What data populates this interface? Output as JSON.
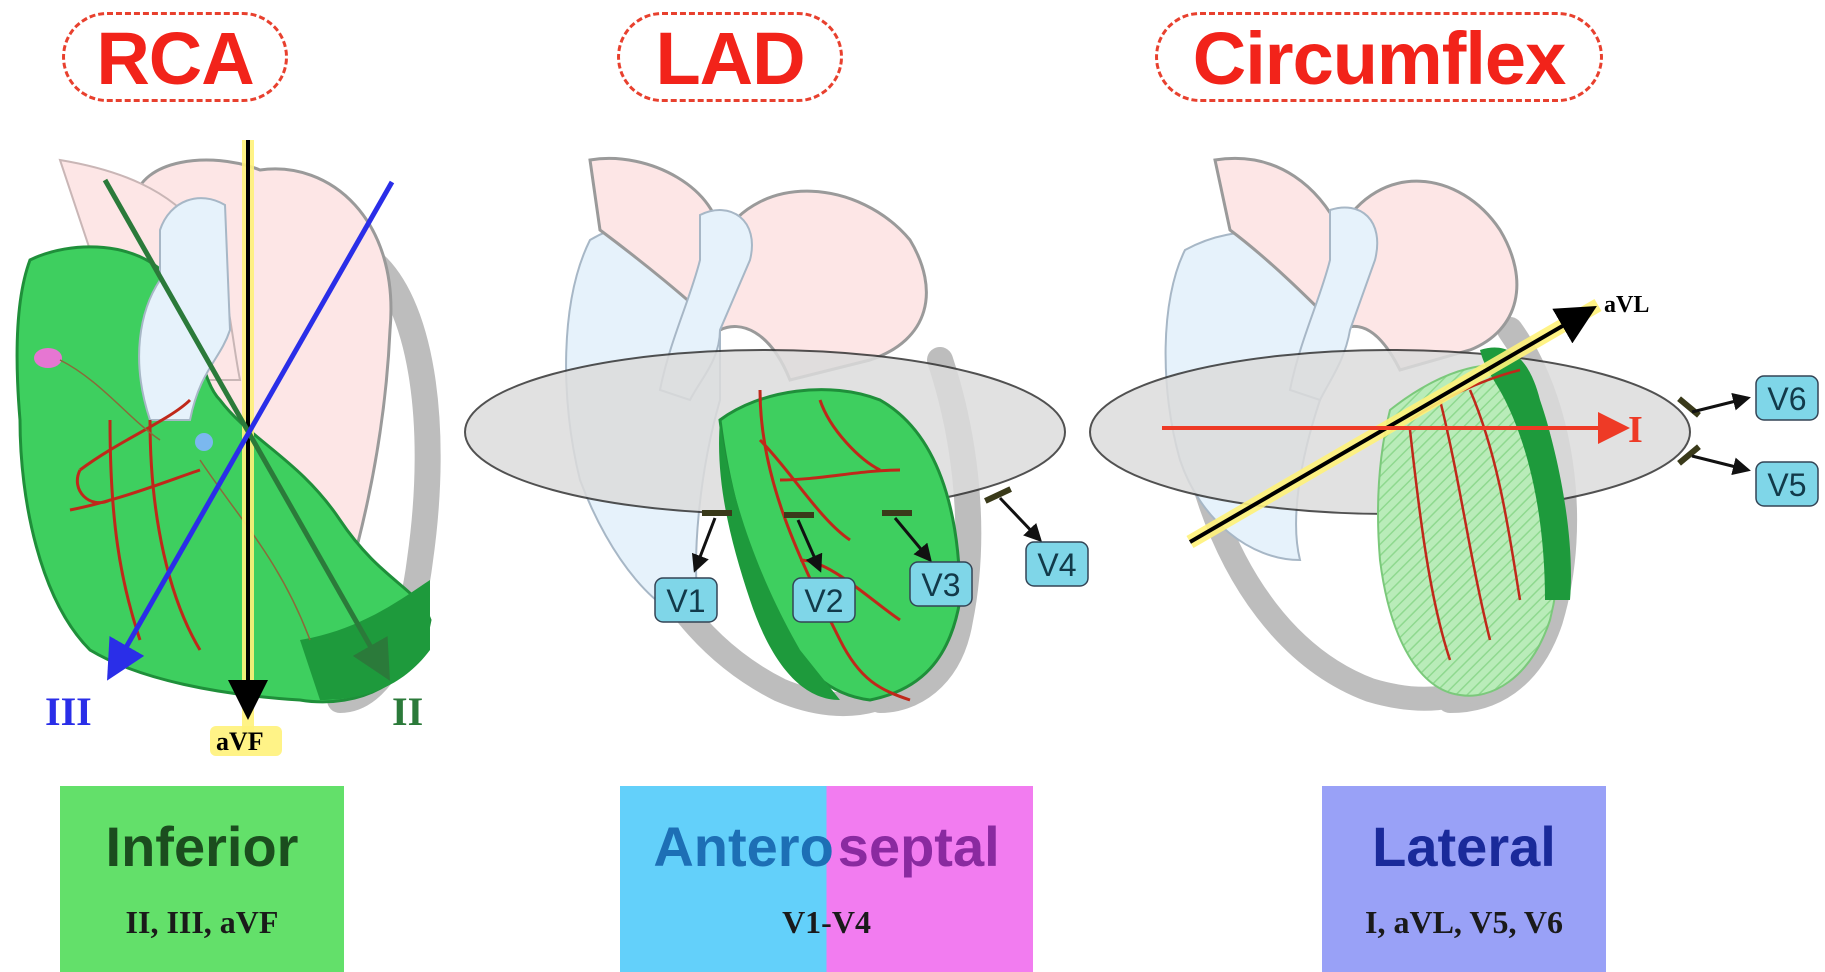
{
  "panels": [
    {
      "title": "RCA",
      "leads_axes": [
        "III",
        "aVF",
        "II"
      ],
      "region_label": "Inferior",
      "region_leads": "II, III, aVF",
      "box_color": "#63e06a"
    },
    {
      "title": "LAD",
      "electrodes": [
        "V1",
        "V2",
        "V3",
        "V4"
      ],
      "region_label_a": "Antero",
      "region_label_b": "septal",
      "region_leads": "V1-V4",
      "box_color_a": "#63d0fa",
      "box_color_b": "#f27cf0"
    },
    {
      "title": "Circumflex",
      "leads_axes": [
        "aVL",
        "I"
      ],
      "electrodes": [
        "V6",
        "V5"
      ],
      "region_label": "Lateral",
      "region_leads": "I, aVL, V5, V6",
      "box_color": "#99a1f7"
    }
  ],
  "colors": {
    "title_red": "#f2231a",
    "myocardium_green": "#3ecf5f",
    "artery_red": "#c0281a",
    "lead_blue": "#2a2ee8",
    "lead_green": "#2b7a3a"
  }
}
